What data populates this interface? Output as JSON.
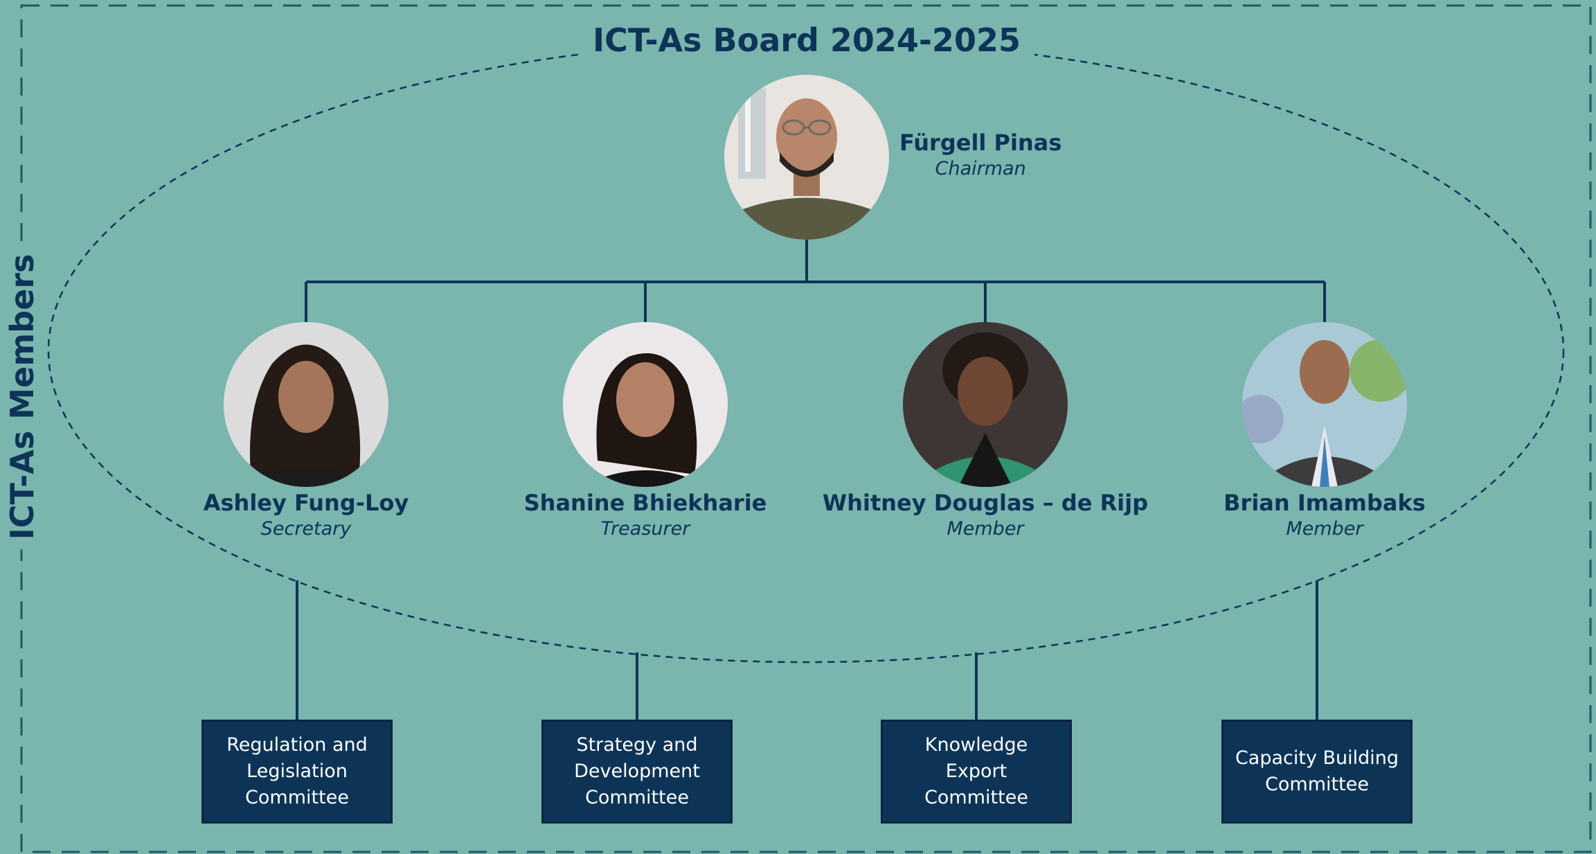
{
  "board": {
    "title": "ICT-As Board 2024-2025",
    "members_label": "ICT-As Members"
  },
  "chairman": {
    "name": "Fürgell Pinas",
    "role": "Chairman"
  },
  "officers": [
    {
      "name": "Ashley Fung-Loy",
      "role": "Secretary"
    },
    {
      "name": "Shanine Bhiekharie",
      "role": "Treasurer"
    },
    {
      "name": "Whitney Douglas – de Rijp",
      "role": "Member"
    },
    {
      "name": "Brian Imambaks",
      "role": "Member"
    }
  ],
  "committees": [
    {
      "label": "Regulation and Legislation Committee"
    },
    {
      "label": "Strategy and Development Committee"
    },
    {
      "label": "Knowledge Export Committee"
    },
    {
      "label": "Capacity Building Committee"
    }
  ],
  "colors": {
    "background": "#7ab5ae",
    "navy": "#0d3457",
    "box_text": "#ffffff"
  }
}
